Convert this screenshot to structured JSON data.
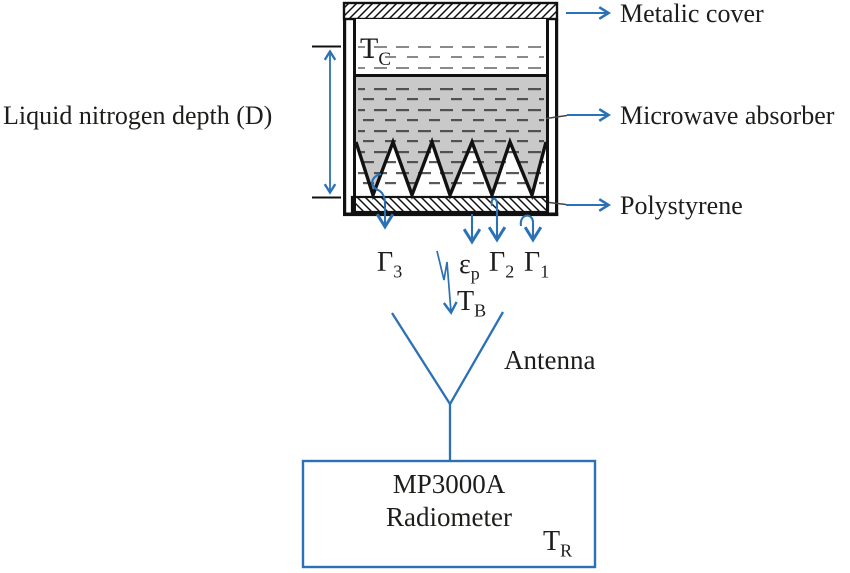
{
  "colors": {
    "blue": "#2a72b5",
    "ink": "#1d1d1b",
    "absorber": "#c9c9c9",
    "dash-dark": "#3c3c3c",
    "dash-light": "#8a8a8a"
  },
  "left_label": {
    "text": "Liquid nitrogen depth (D)"
  },
  "container": {
    "tc": {
      "base": "T",
      "sub": "C"
    }
  },
  "layer_labels": [
    {
      "text": "Metalic cover"
    },
    {
      "text": "Microwave absorber"
    },
    {
      "text": "Polystyrene"
    }
  ],
  "coefficients": {
    "gamma3": {
      "base": "Γ",
      "sub": "3"
    },
    "epsilon_p": {
      "base": "ε",
      "sub": "p"
    },
    "gamma2": {
      "base": "Γ",
      "sub": "2"
    },
    "gamma1": {
      "base": "Γ",
      "sub": "1"
    }
  },
  "tb": {
    "base": "T",
    "sub": "B"
  },
  "antenna_label": "Antenna",
  "radiometer": {
    "line1": "MP3000A",
    "line2": "Radiometer",
    "tr": {
      "base": "T",
      "sub": "R"
    }
  }
}
